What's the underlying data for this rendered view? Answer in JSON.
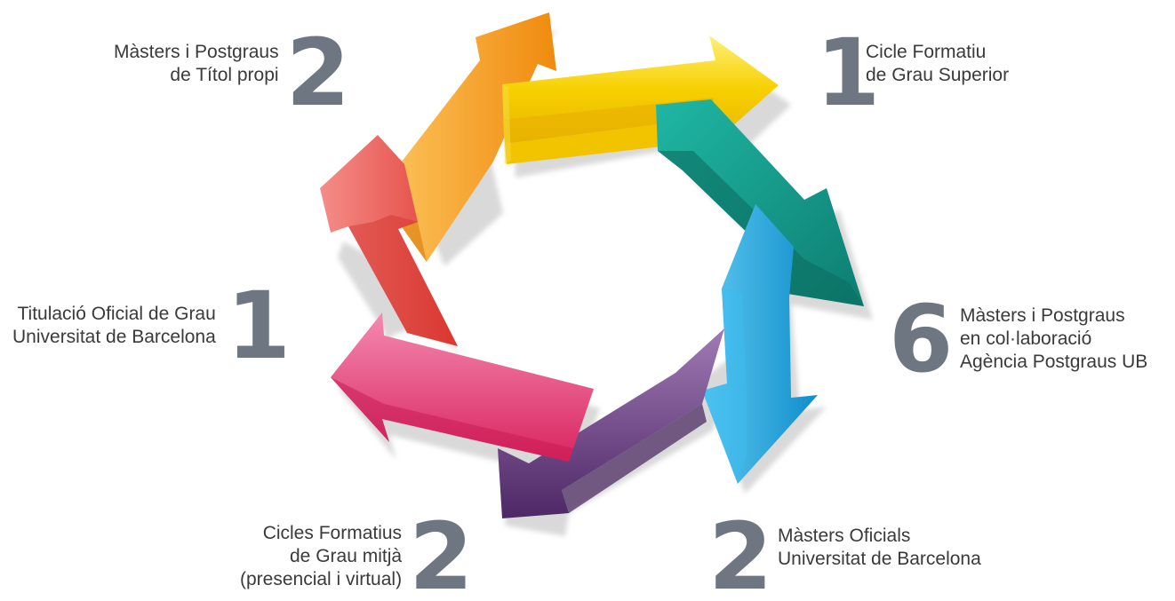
{
  "callouts": {
    "top_right": {
      "number": "1",
      "lines": [
        "Cicle Formatiu",
        "de Grau Superior"
      ]
    },
    "right": {
      "number": "6",
      "lines": [
        "Màsters i Postgraus",
        "en col·laboració",
        "Agència Postgraus UB"
      ]
    },
    "bottom_right": {
      "number": "2",
      "lines": [
        "Màsters Oficials",
        "Universitat de Barcelona"
      ]
    },
    "bottom_left": {
      "number": "2",
      "lines": [
        "Cicles Formatius",
        "de Grau mitjà",
        "(presencial i virtual)"
      ]
    },
    "left": {
      "number": "1",
      "lines": [
        "Titulació Oficial de Grau",
        "Universitat de Barcelona"
      ]
    },
    "top_left": {
      "number": "2",
      "lines": [
        "Màsters i Postgraus",
        "de Títol propi"
      ]
    }
  },
  "arrows": [
    {
      "id": "yellow",
      "color": "#f7d000",
      "shade": "#e0a800"
    },
    {
      "id": "teal",
      "color": "#13998a",
      "shade": "#0a6f64"
    },
    {
      "id": "blue",
      "color": "#1ba9e3",
      "shade": "#0e7fb6"
    },
    {
      "id": "purple",
      "color": "#7e4d97",
      "shade": "#4f2a66"
    },
    {
      "id": "pink",
      "color": "#e8417f",
      "shade": "#b71e57"
    },
    {
      "id": "red",
      "color": "#e8453e",
      "shade": "#b52825"
    },
    {
      "id": "orange",
      "color": "#f59f20",
      "shade": "#d8760c"
    }
  ]
}
